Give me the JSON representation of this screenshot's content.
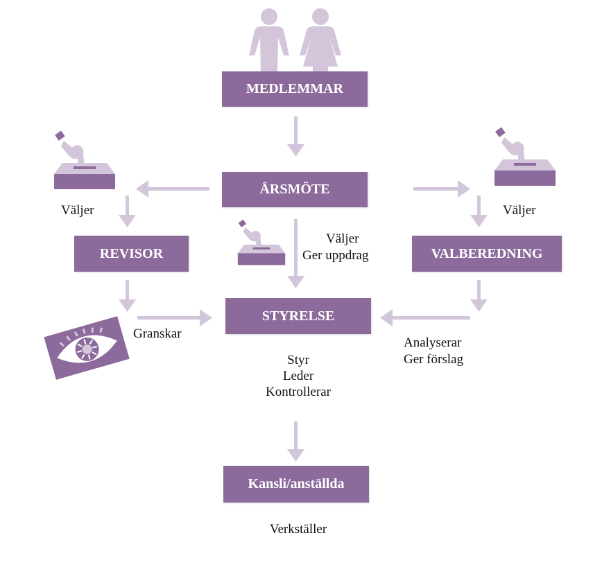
{
  "colors": {
    "box": "#8c6a9c",
    "arrow": "#d3c6db",
    "icon_dark": "#8c6a9c",
    "icon_light": "#d3c6db"
  },
  "boxes": {
    "medlemmar": "MEDLEMMAR",
    "arsmote": "ÅRSMÖTE",
    "revisor": "REVISOR",
    "valberedning": "VALBEREDNING",
    "styrelse": "STYRELSE",
    "kansli": "Kansli/anställda"
  },
  "labels": {
    "valjer_left": "Väljer",
    "valjer_right": "Väljer",
    "valjer_center": "Väljer",
    "ger_uppdrag": "Ger uppdrag",
    "granskar": "Granskar",
    "analyserar": "Analyserar",
    "ger_forslag": "Ger förslag",
    "styr": "Styr",
    "leder": "Leder",
    "kontrollerar": "Kontrollerar",
    "verkstaller": "Verkställer"
  },
  "icons": [
    "people-icon",
    "ballot-box-icon",
    "eye-icon"
  ]
}
